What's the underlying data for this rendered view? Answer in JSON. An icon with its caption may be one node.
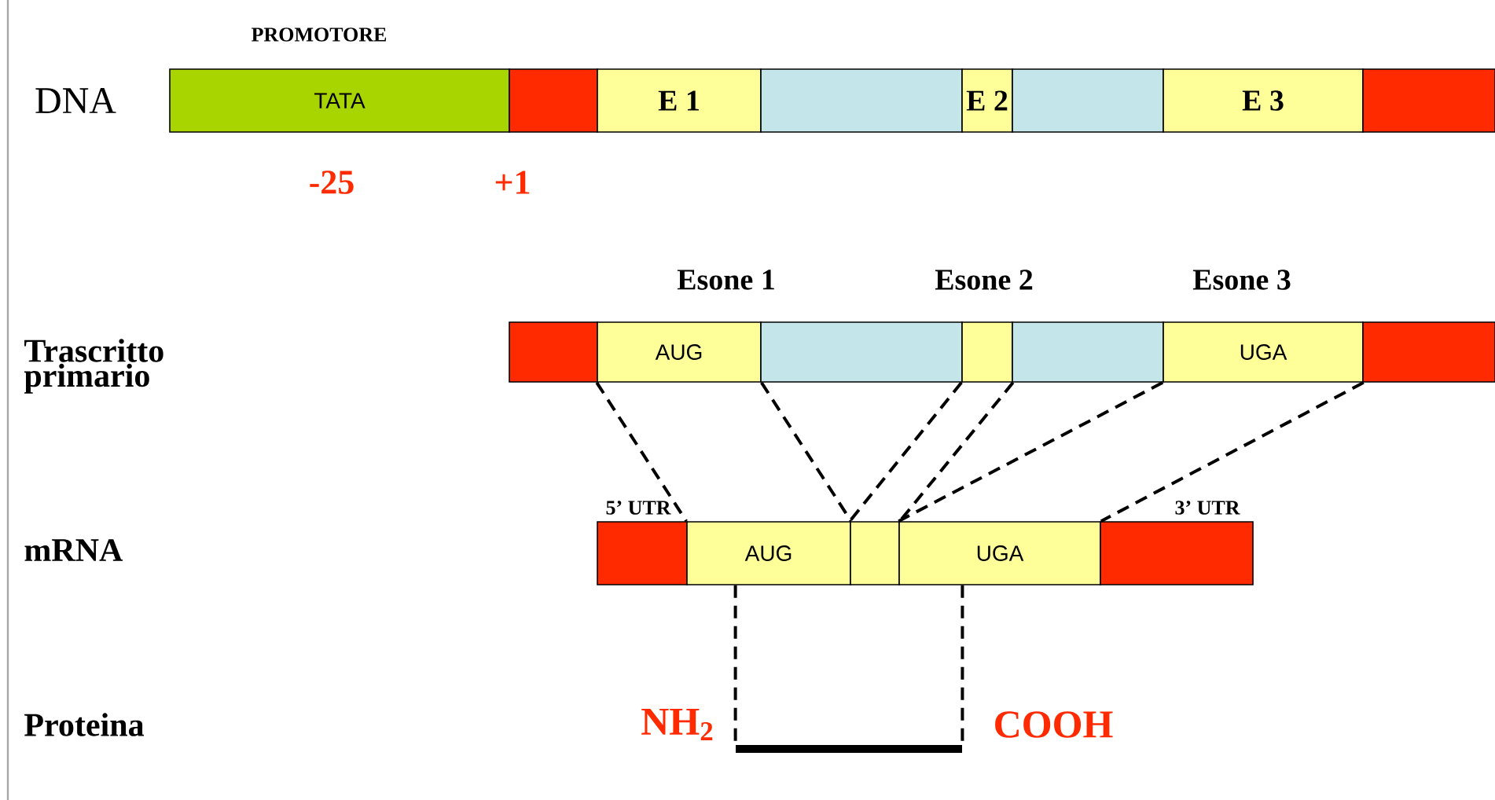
{
  "diagram": {
    "nodes": [
      {
        "text": [
          "TATA"
        ]
      },
      {
        "text": [],
        "shape": "box"
      },
      {
        "text": [
          "E 1"
        ]
      },
      {
        "text": [],
        "shape": "box"
      },
      {
        "text": [
          "E 2"
        ]
      },
      {
        "text": [],
        "shape": "box"
      },
      {
        "text": [
          "E 3"
        ]
      },
      {
        "text": [],
        "shape": "box"
      },
      {
        "text": [],
        "shape": "box"
      },
      {
        "text": [
          "AUG"
        ]
      },
      {
        "text": [],
        "shape": "box"
      },
      {
        "text": [],
        "shape": "box"
      },
      {
        "text": [],
        "shape": "box"
      },
      {
        "text": [
          "UGA"
        ]
      },
      {
        "text": [],
        "shape": "box"
      },
      {
        "text": [],
        "shape": "box"
      },
      {
        "text": [
          "AUG"
        ]
      },
      {
        "text": [],
        "shape": "box"
      },
      {
        "text": [
          "UGA"
        ]
      },
      {
        "text": [],
        "shape": "box"
      },
      {
        "text": [],
        "shape": "bar"
      }
    ],
    "edges": [
      {
        "from": 9,
        "to": 16,
        "arrow": "none",
        "style": "dashed"
      },
      {
        "from": 9,
        "to": 16,
        "arrow": "none",
        "style": "dashed"
      },
      {
        "from": 11,
        "to": 17,
        "arrow": "none",
        "style": "dashed"
      },
      {
        "from": 11,
        "to": 17,
        "arrow": "none",
        "style": "dashed"
      },
      {
        "from": 13,
        "to": 18,
        "arrow": "none",
        "style": "dashed"
      },
      {
        "from": 13,
        "to": 18,
        "arrow": "none",
        "style": "dashed"
      },
      {
        "from": 16,
        "to": 20,
        "arrow": "none",
        "style": "dashed"
      },
      {
        "from": 18,
        "to": 20,
        "arrow": "none",
        "style": "dashed"
      }
    ],
    "labels": [
      "PROMOTORE",
      "DNA",
      "-25",
      "+1",
      "Esone 1",
      "Esone 2",
      "Esone 3",
      "Trascritto primario",
      "5’ UTR",
      "3’ UTR",
      "mRNA",
      "Proteina",
      "NH$_{2}$",
      "COOH"
    ]
  }
}
